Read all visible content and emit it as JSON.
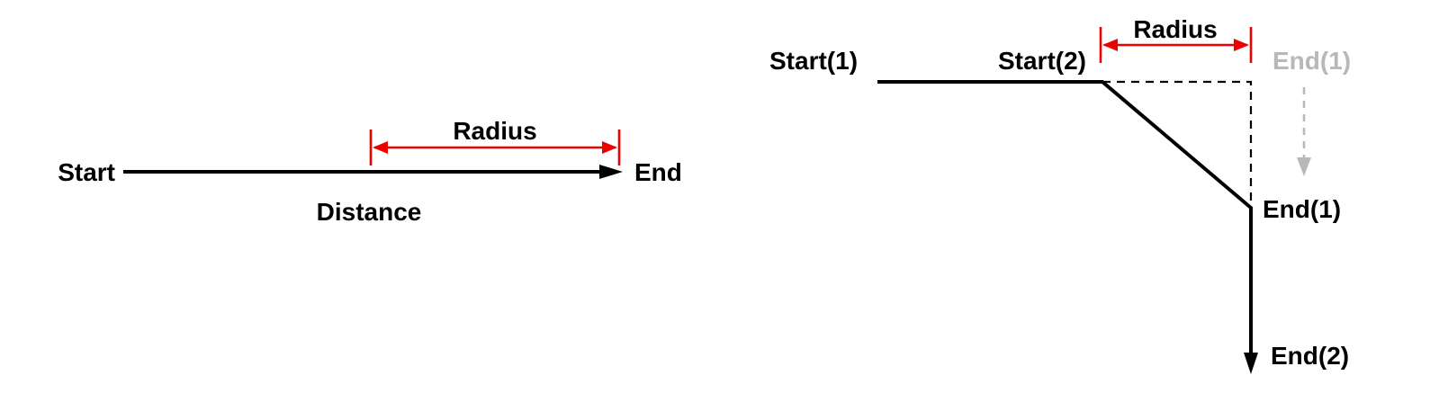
{
  "colors": {
    "background": "#ffffff",
    "line": "#000000",
    "dimension_red": "#ee0000",
    "ghost_gray": "#b8b8b8"
  },
  "left_diagram": {
    "start_label": "Start",
    "end_label": "End",
    "distance_label": "Distance",
    "radius_label": "Radius"
  },
  "right_diagram": {
    "start1_label": "Start(1)",
    "start2_label": "Start(2)",
    "radius_label": "Radius",
    "ghost_end1_label": "End(1)",
    "end1_label": "End(1)",
    "end2_label": "End(2)"
  }
}
